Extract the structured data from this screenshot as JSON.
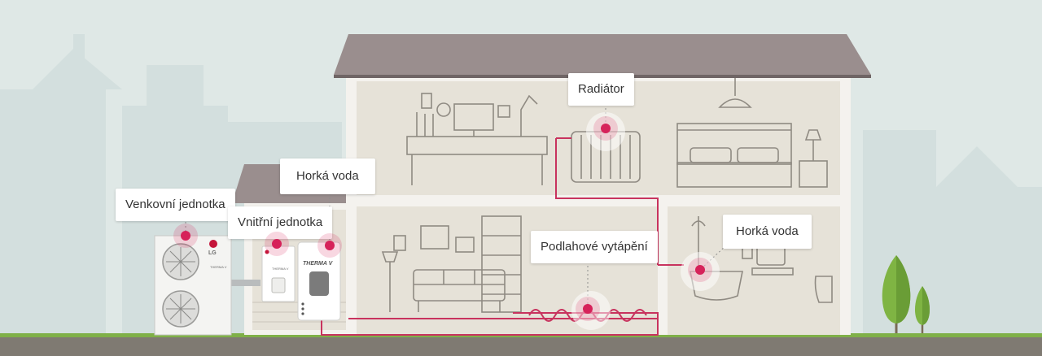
{
  "labels": {
    "outdoor_unit": "Venkovní jednotka",
    "indoor_unit": "Vnitřní jednotka",
    "hot_water_tank": "Horká voda",
    "radiator": "Radiátor",
    "floor_heating": "Podlahové vytápění",
    "hot_water_bathroom": "Horká voda"
  },
  "brand": {
    "logo": "LG",
    "product": "THERMA V"
  },
  "colors": {
    "accent": "#d6225a",
    "pipe": "#c8335e",
    "roof": "#9a8e8e",
    "room": "#e6e2d8",
    "sky": "#dfe8e6",
    "ground": "#7f7a72",
    "grass": "#7fb048",
    "tree": "#7fb443"
  }
}
